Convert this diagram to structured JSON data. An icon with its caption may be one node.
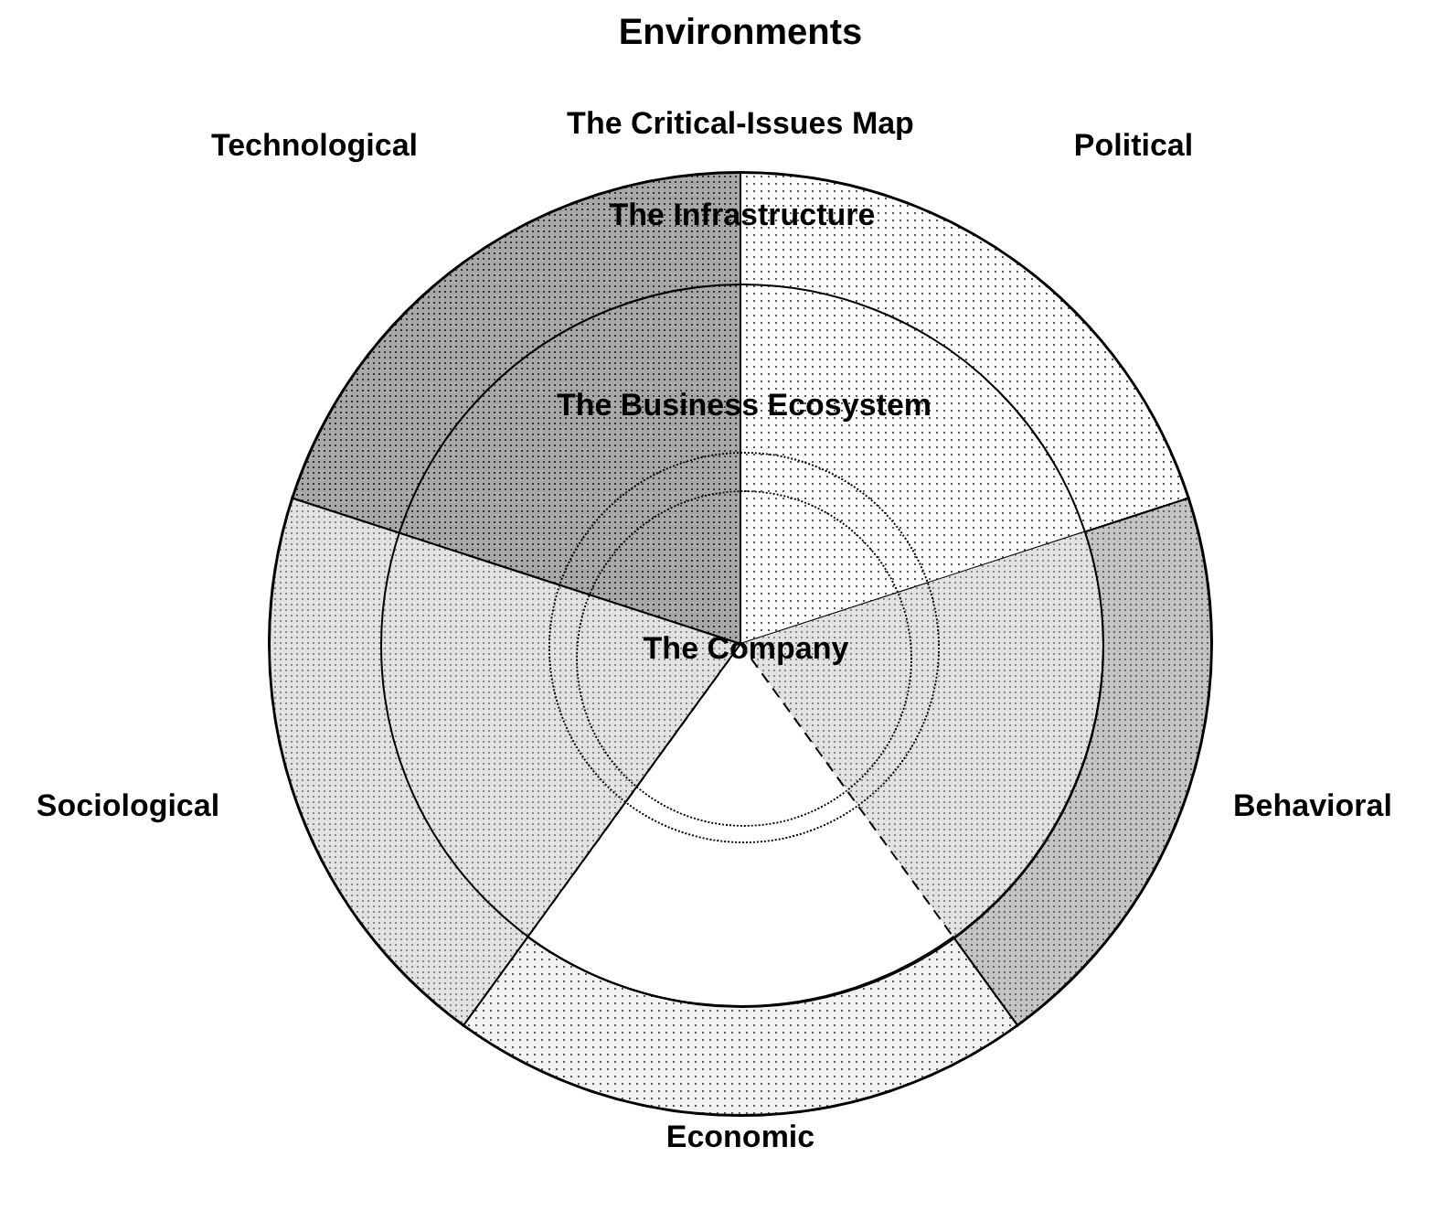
{
  "diagram": {
    "title": "Environments",
    "nodes": [
      {
        "text": [
          "The Critical-Issues Map"
        ]
      },
      {
        "text": [
          "The Infrastructure"
        ],
        "in": 0
      },
      {
        "text": [
          "The Business Ecosystem"
        ],
        "in": 1
      },
      {
        "text": [
          "The Company"
        ],
        "in": 2
      },
      {
        "text": [
          "Technological"
        ]
      },
      {
        "text": [
          "Political"
        ]
      },
      {
        "text": [
          "Behavioral"
        ]
      },
      {
        "text": [
          "Economic"
        ]
      },
      {
        "text": [
          "Sociological"
        ]
      }
    ]
  }
}
